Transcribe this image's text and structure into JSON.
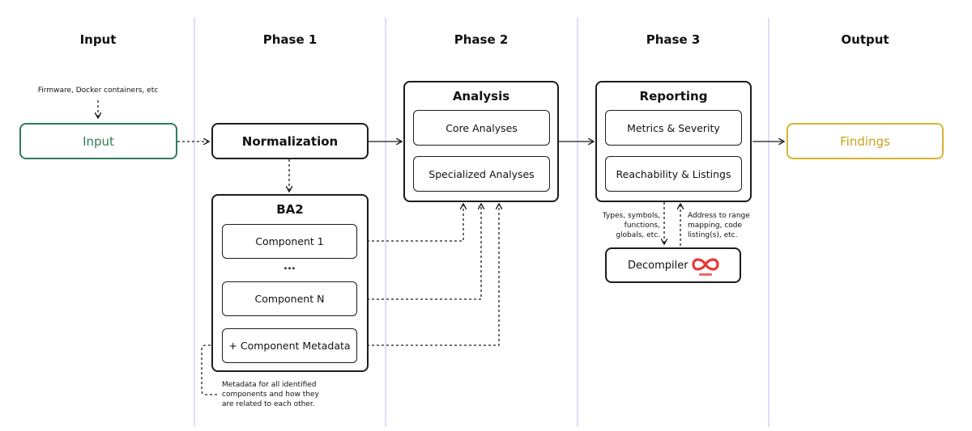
{
  "columns": {
    "input": "Input",
    "phase1": "Phase 1",
    "phase2": "Phase 2",
    "phase3": "Phase 3",
    "output": "Output"
  },
  "input": {
    "source_note": "Firmware, Docker containers, etc",
    "box_label": "Input"
  },
  "phase1": {
    "normalization": "Normalization",
    "ba2": {
      "title": "BA2",
      "component1": "Component 1",
      "ellipsis": "...",
      "componentN": "Component N",
      "metadata": "+ Component Metadata"
    },
    "metadata_note": [
      "Metadata for all identified",
      "components and how they",
      "are related to each other."
    ]
  },
  "phase2": {
    "title": "Analysis",
    "core": "Core Analyses",
    "specialized": "Specialized Analyses"
  },
  "phase3": {
    "title": "Reporting",
    "metrics": "Metrics & Severity",
    "reachability": "Reachability & Listings",
    "decompiler": "Decompiler",
    "down_note": [
      "Types, symbols,",
      "functions,",
      "globals, etc."
    ],
    "up_note": [
      "Address to range",
      "mapping, code",
      "listing(s), etc."
    ]
  },
  "output": {
    "box_label": "Findings"
  },
  "colors": {
    "input_accent": "#2f7d5b",
    "findings_accent": "#d6b431",
    "divider": "#c9c9ef",
    "logo": "#e53935"
  }
}
